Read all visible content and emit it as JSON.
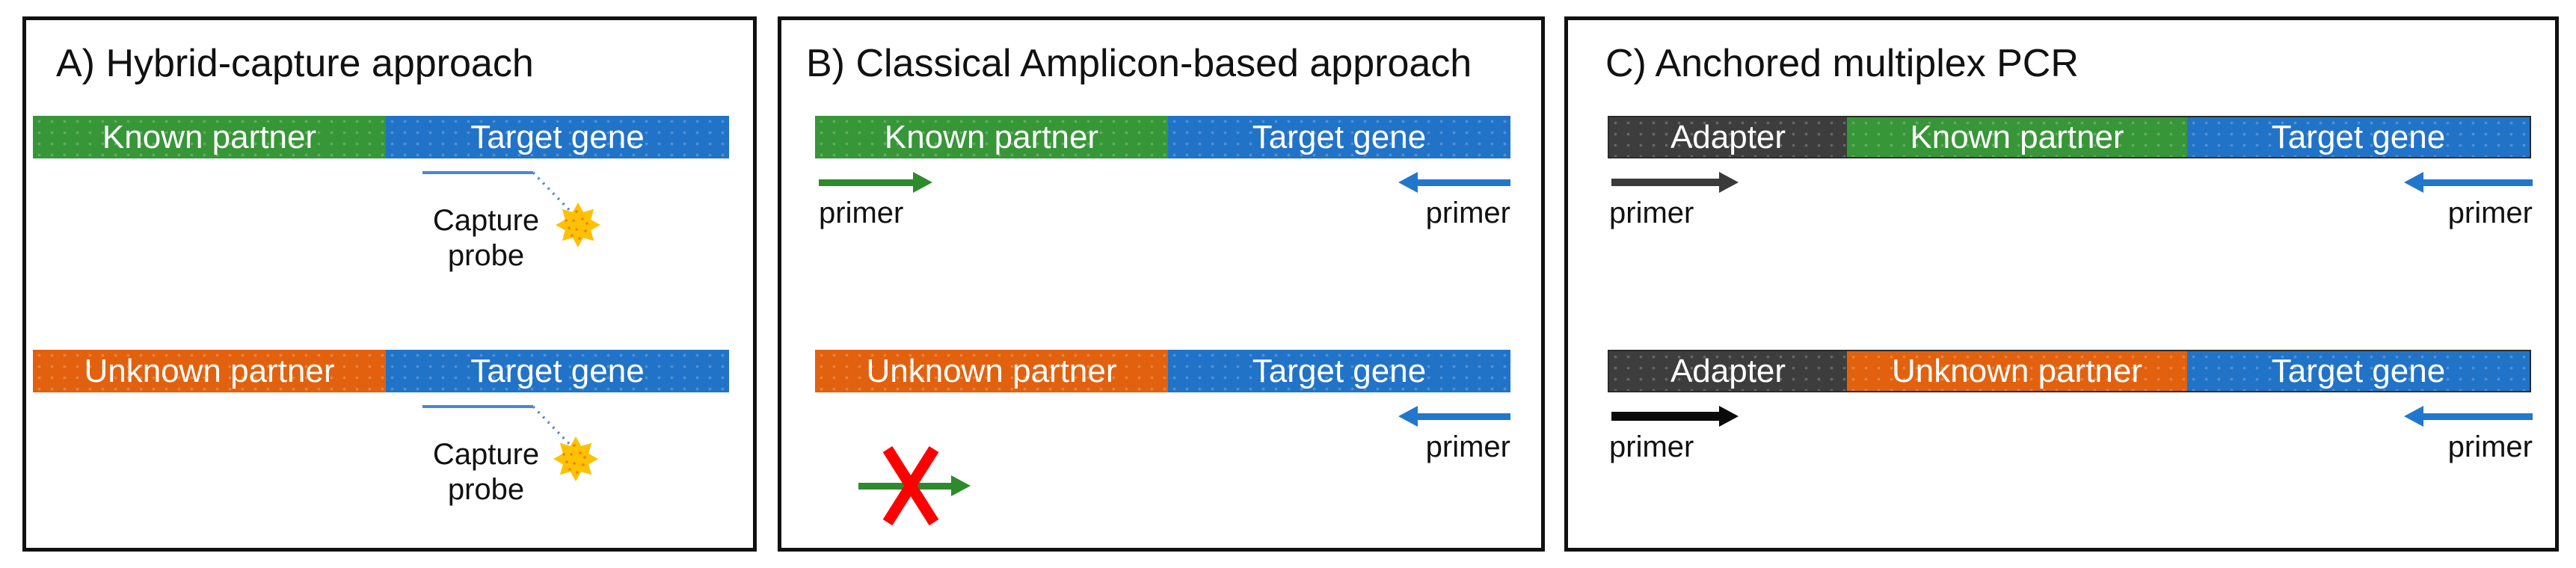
{
  "colors": {
    "green": "#379637",
    "blue": "#2173c8",
    "orange": "#e2610e",
    "adapter_gray": "#3d3d3d",
    "primer_green": "#2e8b2c",
    "primer_blue": "#2277cc",
    "primer_dark": "#3a3a3a",
    "primer_black": "#0a0a0a",
    "cross_red": "#fe0000",
    "probe_gold": "#ffc103",
    "connector_blue": "#4a86d8"
  },
  "panels": [
    {
      "title": "A) Hybrid-capture approach",
      "rows": [
        {
          "segments": [
            {
              "label": "Known partner",
              "color": "green"
            },
            {
              "label": "Target gene",
              "color": "blue"
            }
          ],
          "probe": {
            "line1": "Capture",
            "line2": "probe"
          }
        },
        {
          "segments": [
            {
              "label": "Unknown partner",
              "color": "orange"
            },
            {
              "label": "Target gene",
              "color": "blue"
            }
          ],
          "probe": {
            "line1": "Capture",
            "line2": "probe"
          }
        }
      ]
    },
    {
      "title": "B) Classical Amplicon-based approach",
      "rows": [
        {
          "segments": [
            {
              "label": "Known partner",
              "color": "green"
            },
            {
              "label": "Target gene",
              "color": "blue"
            }
          ],
          "left_primer": "primer",
          "right_primer": "primer"
        },
        {
          "segments": [
            {
              "label": "Unknown partner",
              "color": "orange"
            },
            {
              "label": "Target gene",
              "color": "blue"
            }
          ],
          "right_primer": "primer"
        }
      ]
    },
    {
      "title": "C) Anchored multiplex PCR",
      "rows": [
        {
          "segments": [
            {
              "label": "Adapter",
              "color": "adapter_gray"
            },
            {
              "label": "Known partner",
              "color": "green"
            },
            {
              "label": "Target gene",
              "color": "blue"
            }
          ],
          "left_primer": "primer",
          "right_primer": "primer"
        },
        {
          "segments": [
            {
              "label": "Adapter",
              "color": "adapter_gray"
            },
            {
              "label": "Unknown partner",
              "color": "orange"
            },
            {
              "label": "Target gene",
              "color": "blue"
            }
          ],
          "left_primer": "primer",
          "right_primer": "primer"
        }
      ]
    }
  ]
}
